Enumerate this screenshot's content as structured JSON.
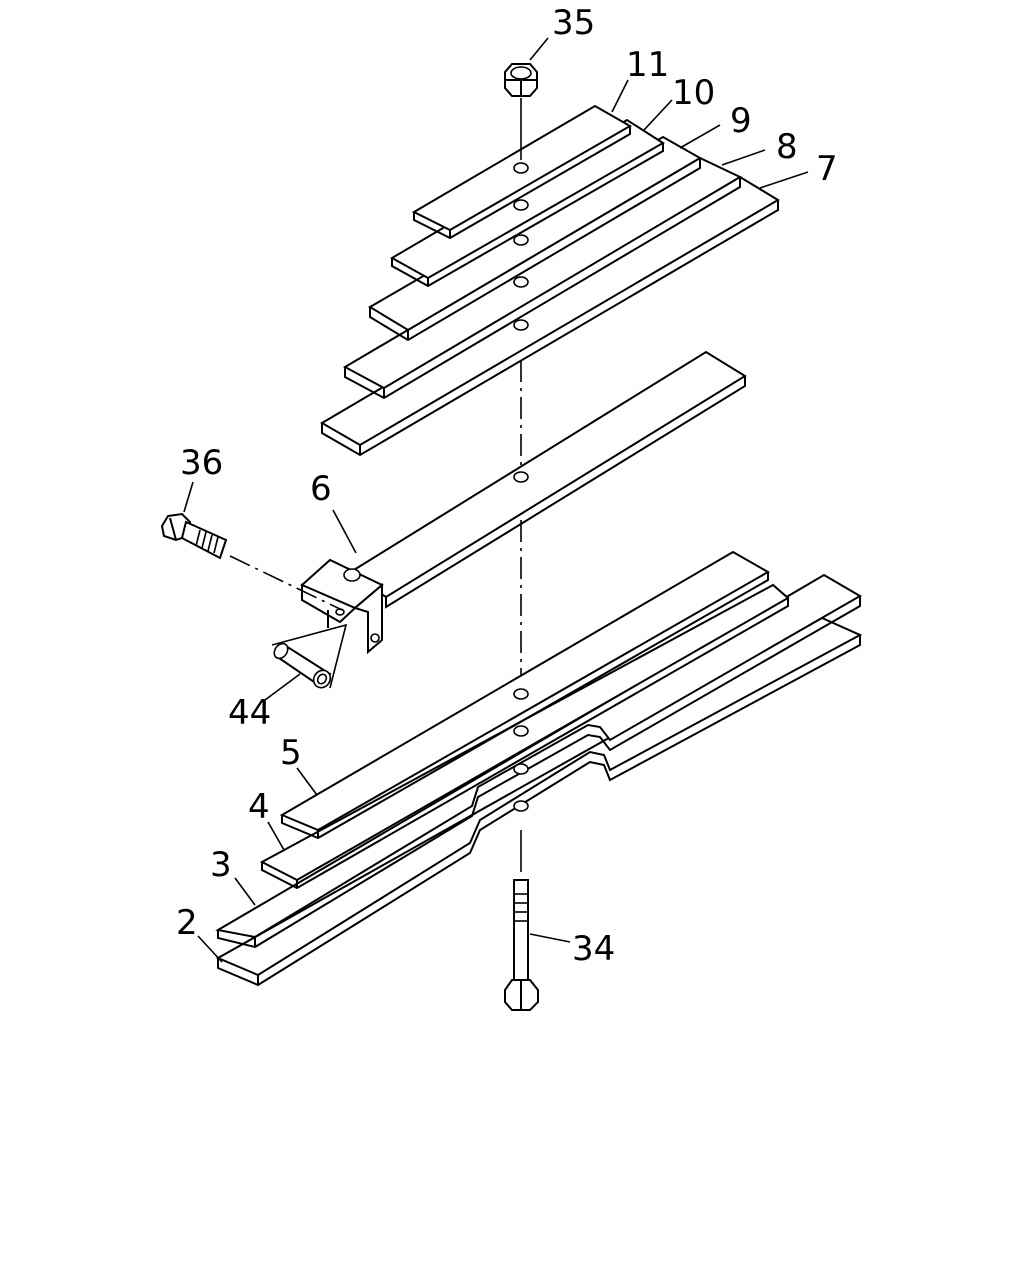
{
  "diagram": {
    "colors": {
      "line": "#000000",
      "background": "#ffffff"
    },
    "callouts": {
      "p35": "35",
      "p11": "11",
      "p10": "10",
      "p9": "9",
      "p8": "8",
      "p7": "7",
      "p36": "36",
      "p6": "6",
      "p44": "44",
      "p5": "5",
      "p4": "4",
      "p3": "3",
      "p2": "2",
      "p34": "34"
    }
  }
}
